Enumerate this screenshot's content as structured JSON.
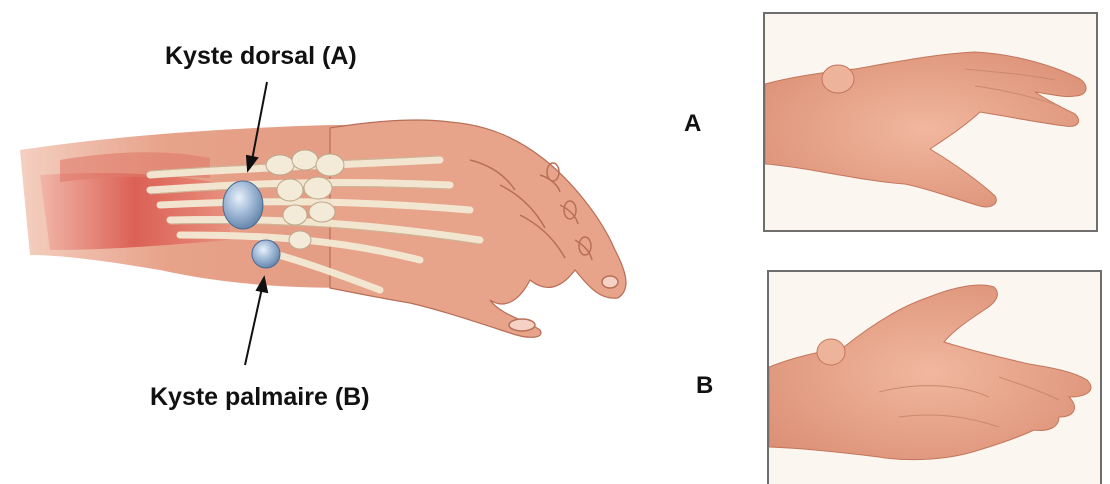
{
  "diagram": {
    "labels": {
      "dorsal": "Kyste dorsal (A)",
      "palmar": "Kyste palmaire (B)",
      "panel_a": "A",
      "panel_b": "B"
    },
    "colors": {
      "skin": "#e9a98f",
      "skin_shadow": "#c9785f",
      "muscle": "#d9534a",
      "tendon": "#f3ead5",
      "cyst": "#9fb8d6",
      "frame": "#6e6e6e"
    }
  }
}
